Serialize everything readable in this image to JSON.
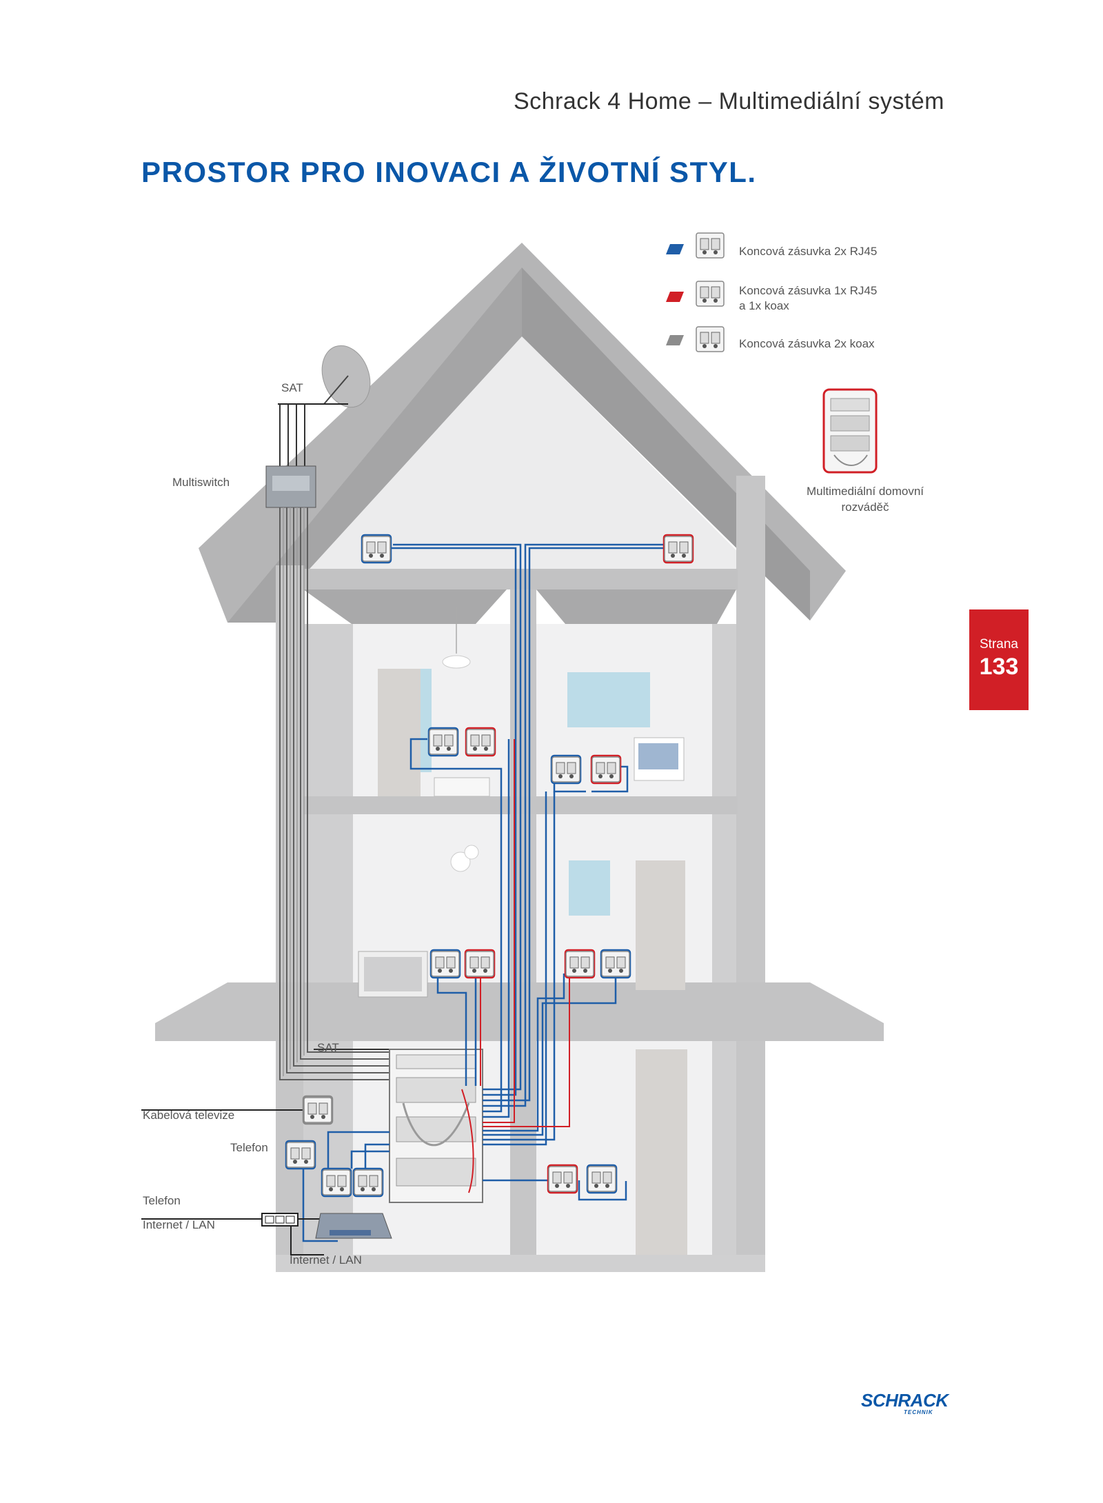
{
  "header": {
    "title": "Schrack 4 Home – Multimediální systém"
  },
  "headline": "PROSTOR PRO INOVACI A ŽIVOTNÍ STYL.",
  "legend": [
    {
      "text": "Koncová zásuvka 2x RJ45",
      "color": "#1f5ea8"
    },
    {
      "text_line1": "Koncová zásuvka 1x RJ45",
      "text_line2": "a 1x koax",
      "color": "#d11f26"
    },
    {
      "text": "Koncová zásuvka 2x koax",
      "color": "#8c8c8c"
    }
  ],
  "distributor": {
    "line1": "Multimediální domovní",
    "line2": "rozváděč"
  },
  "labels": {
    "sat_top": "SAT",
    "multiswitch": "Multiswitch",
    "sat_bottom": "SAT",
    "cable_tv": "Kabelová televize",
    "telefon_1": "Telefon",
    "telefon_2": "Telefon",
    "internet_lan_1": "Internet / LAN",
    "internet_lan_2": "Internet / LAN"
  },
  "page_tab": {
    "label": "Strana",
    "number": "133",
    "color": "#d11f26"
  },
  "logo": {
    "main": "SCHRACK",
    "sub": "TECHNIK"
  },
  "colors": {
    "blue": "#1f5ea8",
    "red": "#d11f26",
    "house": "#b8b8b9",
    "wall": "#c9c9ca",
    "room": "#f0f0f1"
  }
}
